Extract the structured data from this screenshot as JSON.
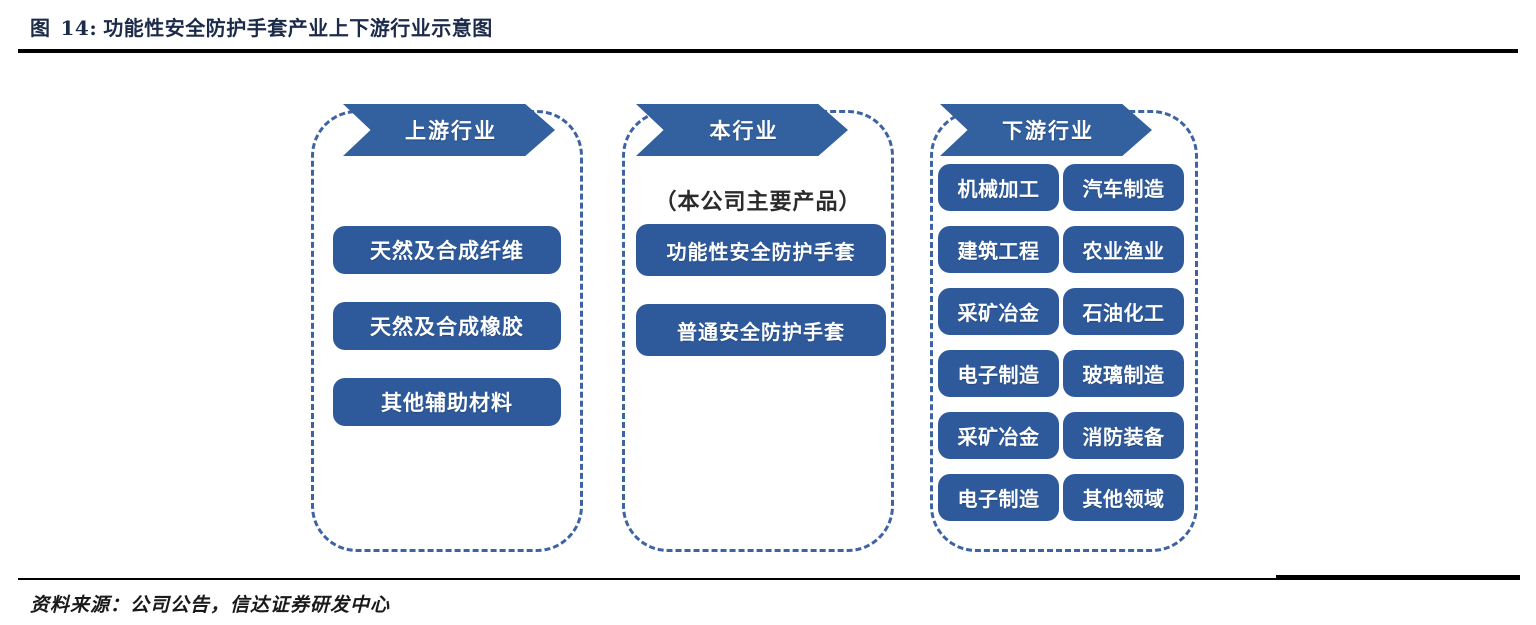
{
  "figure": {
    "label": "图",
    "number": "14:",
    "title": "功能性安全防护手套产业上下游行业示意图",
    "full_title": "图 14: 功能性安全防护手套产业上下游行业示意图"
  },
  "colors": {
    "banner_blue": "#33609f",
    "pill_blue": "#2e5a9c",
    "dashed_border_blue": "#3d63a5",
    "rule_black": "#000000",
    "title_navy": "#1d2b4a",
    "note_text": "#2b2b2b"
  },
  "chart_data": {
    "type": "diagram",
    "title": "功能性安全防护手套产业上下游行业示意图",
    "columns": [
      {
        "key": "upstream",
        "banner": "上游行业",
        "note": "",
        "items": [
          "天然及合成纤维",
          "天然及合成橡胶",
          "其他辅助材料"
        ],
        "layout": "single-column"
      },
      {
        "key": "industry",
        "banner": "本行业",
        "note": "（本公司主要产品）",
        "items": [
          "功能性安全防护手套",
          "普通安全防护手套"
        ],
        "layout": "single-column"
      },
      {
        "key": "downstream",
        "banner": "下游行业",
        "note": "",
        "items": [
          "机械加工",
          "汽车制造",
          "建筑工程",
          "农业渔业",
          "采矿冶金",
          "石油化工",
          "电子制造",
          "玻璃制造",
          "采矿冶金",
          "消防装备",
          "电子制造",
          "其他领域"
        ],
        "layout": "two-column-grid"
      }
    ],
    "flow_direction": "left-to-right"
  },
  "footer": {
    "source": "资料来源：公司公告，信达证券研发中心"
  }
}
